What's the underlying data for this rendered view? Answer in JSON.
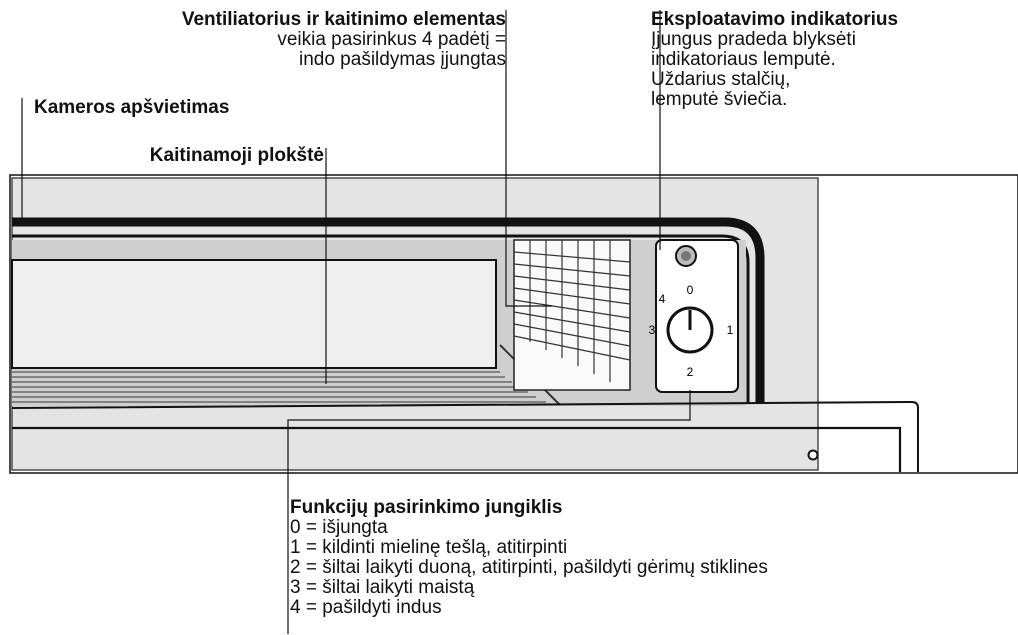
{
  "labels": {
    "ventilator": {
      "title": "Ventiliatorius ir kaitinimo elementas",
      "lines": [
        "veikia pasirinkus 4 padėtį =",
        "indo pašildymas įjungtas"
      ]
    },
    "operation_indicator": {
      "title": "Eksploatavimo indikatorius",
      "lines": [
        "Įjungus pradeda blyksėti",
        "indikatoriaus lemputė.",
        "Uždarius stalčių,",
        "lemputė šviečia."
      ]
    },
    "chamber_light": {
      "title": "Kameros apšvietimas"
    },
    "heating_plate": {
      "title": "Kaitinamoji plokštė"
    },
    "function_selector": {
      "title": "Funkcijų pasirinkimo jungiklis",
      "lines": [
        "0 = išjungta",
        "1 = kildinti mielinę tešlą, atitirpinti",
        "2 = šiltai laikyti duoną, atitirpinti, pašildyti gėrimų stiklines",
        "3 = šiltai laikyti maistą",
        "4 = pašildyti indus"
      ]
    }
  },
  "dial": {
    "marks": [
      "0",
      "1",
      "2",
      "3",
      "4"
    ]
  }
}
